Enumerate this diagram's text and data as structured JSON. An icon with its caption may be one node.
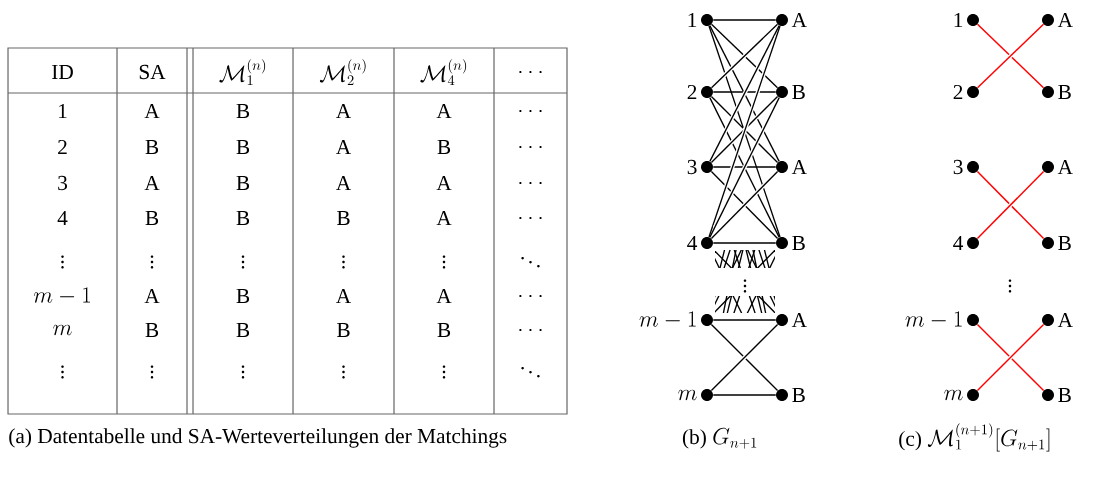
{
  "diagram": {
    "nodes": [
      {
        "text": [
          "1"
        ]
      },
      {
        "text": [
          "2"
        ]
      },
      {
        "text": [
          "3"
        ]
      },
      {
        "text": [
          "4"
        ]
      },
      {
        "text": [
          "m-1"
        ]
      },
      {
        "text": [
          "m"
        ]
      },
      {
        "text": [
          "A"
        ]
      },
      {
        "text": [
          "B"
        ]
      },
      {
        "text": [
          "A"
        ]
      },
      {
        "text": [
          "B"
        ]
      },
      {
        "text": [
          "A"
        ]
      },
      {
        "text": [
          "B"
        ]
      },
      {
        "text": [
          "1"
        ]
      },
      {
        "text": [
          "2"
        ]
      },
      {
        "text": [
          "3"
        ]
      },
      {
        "text": [
          "4"
        ]
      },
      {
        "text": [
          "m-1"
        ]
      },
      {
        "text": [
          "m"
        ]
      },
      {
        "text": [
          "A"
        ]
      },
      {
        "text": [
          "B"
        ]
      },
      {
        "text": [
          "A"
        ]
      },
      {
        "text": [
          "B"
        ]
      },
      {
        "text": [
          "A"
        ]
      },
      {
        "text": [
          "B"
        ]
      }
    ],
    "edges": [
      {
        "from": 0,
        "to": 6,
        "arrow": "none"
      },
      {
        "from": 0,
        "to": 7,
        "arrow": "none"
      },
      {
        "from": 0,
        "to": 8,
        "arrow": "none"
      },
      {
        "from": 0,
        "to": 9,
        "arrow": "none"
      },
      {
        "from": 1,
        "to": 6,
        "arrow": "none"
      },
      {
        "from": 1,
        "to": 7,
        "arrow": "none"
      },
      {
        "from": 1,
        "to": 8,
        "arrow": "none"
      },
      {
        "from": 1,
        "to": 9,
        "arrow": "none"
      },
      {
        "from": 2,
        "to": 6,
        "arrow": "none"
      },
      {
        "from": 2,
        "to": 7,
        "arrow": "none"
      },
      {
        "from": 2,
        "to": 8,
        "arrow": "none"
      },
      {
        "from": 2,
        "to": 9,
        "arrow": "none"
      },
      {
        "from": 3,
        "to": 6,
        "arrow": "none"
      },
      {
        "from": 3,
        "to": 7,
        "arrow": "none"
      },
      {
        "from": 3,
        "to": 8,
        "arrow": "none"
      },
      {
        "from": 3,
        "to": 9,
        "arrow": "none"
      },
      {
        "from": 4,
        "to": 10,
        "arrow": "none"
      },
      {
        "from": 4,
        "to": 11,
        "arrow": "none"
      },
      {
        "from": 5,
        "to": 10,
        "arrow": "none"
      },
      {
        "from": 5,
        "to": 11,
        "arrow": "none"
      },
      {
        "from": 12,
        "to": 19,
        "arrow": "none",
        "color": "#ff0000"
      },
      {
        "from": 13,
        "to": 18,
        "arrow": "none",
        "color": "#ff0000"
      },
      {
        "from": 14,
        "to": 21,
        "arrow": "none",
        "color": "#ff0000"
      },
      {
        "from": 15,
        "to": 20,
        "arrow": "none",
        "color": "#ff0000"
      },
      {
        "from": 16,
        "to": 23,
        "arrow": "none",
        "color": "#ff0000"
      },
      {
        "from": 17,
        "to": 22,
        "arrow": "none",
        "color": "#ff0000"
      }
    ],
    "labels": [
      "ID",
      "SA",
      "\\mathcal{M}_1^{(n)}",
      "\\mathcal{M}_2^{(n)}",
      "\\mathcal{M}_4^{(n)}",
      "\\dots",
      "1",
      "A",
      "B",
      "A",
      "A",
      "\\dots",
      "2",
      "B",
      "B",
      "A",
      "B",
      "\\dots",
      "3",
      "A",
      "B",
      "A",
      "A",
      "\\dots",
      "4",
      "B",
      "B",
      "B",
      "A",
      "\\dots",
      "\\vdots",
      "\\vdots",
      "\\vdots",
      "\\vdots",
      "\\vdots",
      "\\ddots",
      "m-1",
      "A",
      "B",
      "A",
      "A",
      "\\dots",
      "m",
      "B",
      "B",
      "B",
      "B",
      "\\dots",
      "\\vdots",
      "\\vdots",
      "\\vdots",
      "\\vdots",
      "\\vdots",
      "\\ddots",
      "(a) Datentabelle und SA-Werteverteilungen der Matchings",
      "(b)",
      "G_{n+1}",
      "(c)",
      "\\mathcal{M}_1^{(n+1)}[G_{n+1}]",
      "\\vdots",
      "\\vdots"
    ]
  }
}
